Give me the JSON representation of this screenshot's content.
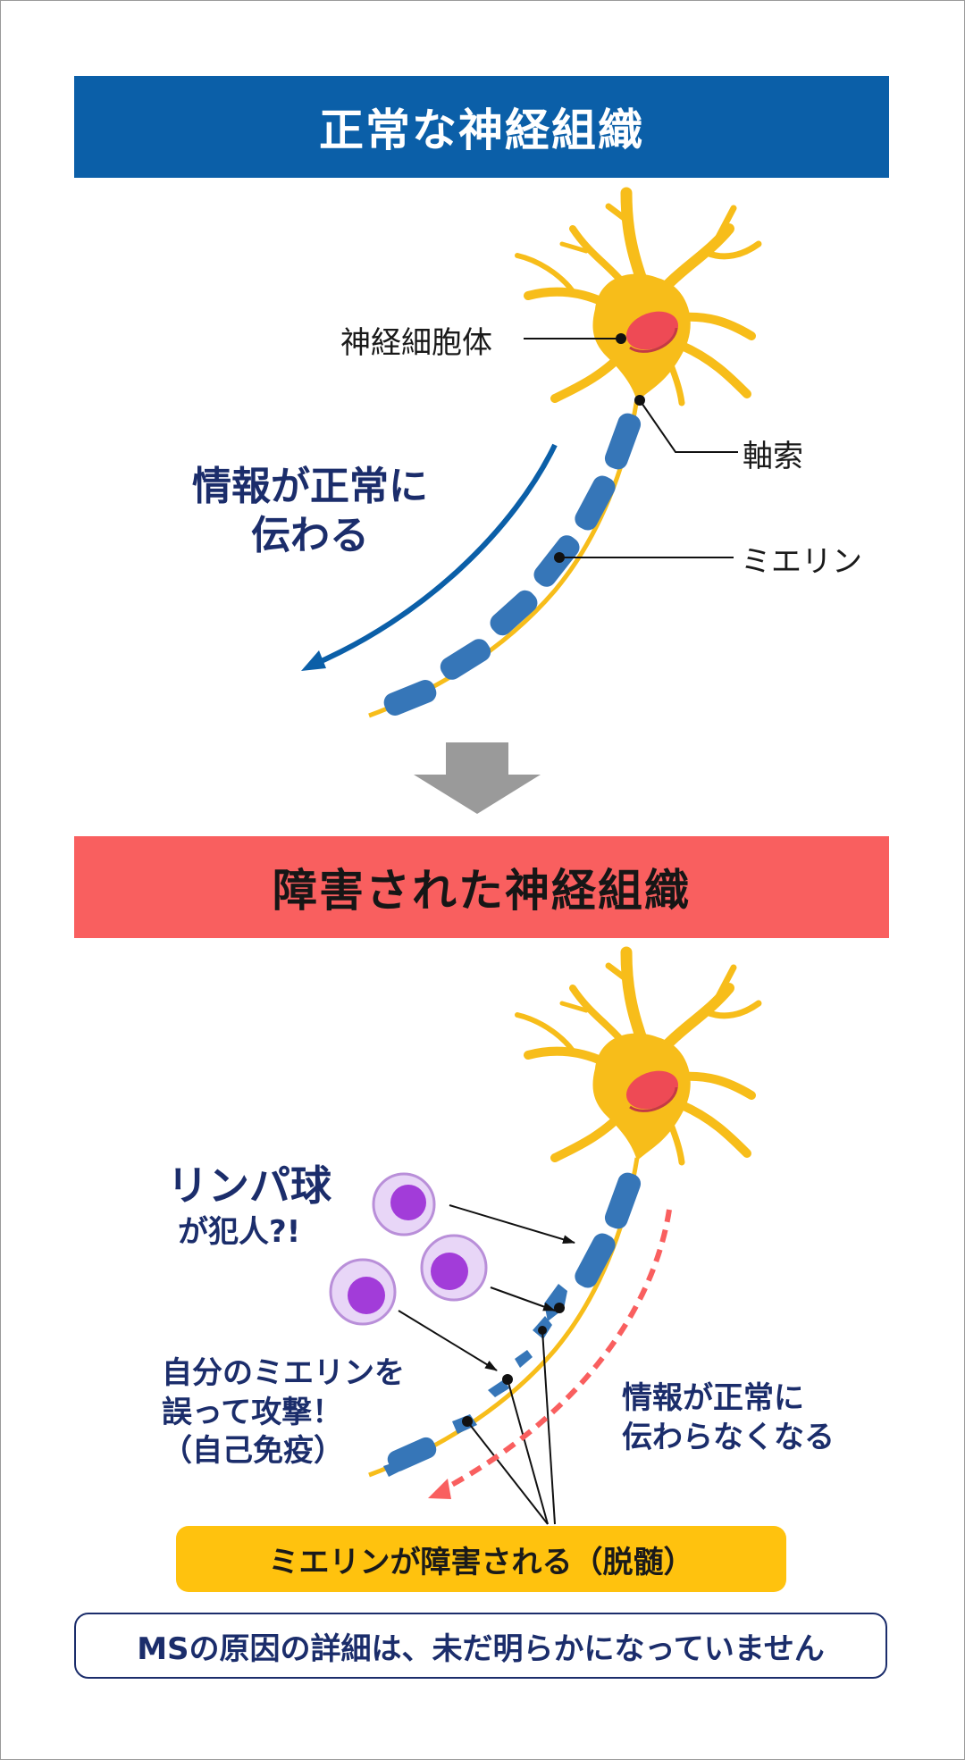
{
  "sections": {
    "normal_title": "正常な神経組織",
    "damaged_title": "障害された神経組織"
  },
  "labels": {
    "cell_body": "神経細胞体",
    "axon": "軸索",
    "myelin": "ミエリン"
  },
  "normal": {
    "info_line1": "情報が正常に",
    "info_line2": "伝わる"
  },
  "damaged": {
    "lymph_title": "リンパ球",
    "lymph_sub": "が犯人?!",
    "attack_line1": "自分のミエリンを",
    "attack_line2": "誤って攻撃！",
    "attack_line3": "（自己免疫）",
    "info_line1": "情報が正常に",
    "info_line2": "伝わらなくなる",
    "demyelination": "ミエリンが障害される（脱髄）"
  },
  "footer_note": "MSの原因の詳細は、未だ明らかになっていません",
  "colors": {
    "blue_banner": "#0b5fa8",
    "red_banner": "#f95f5f",
    "neuron": "#f7bd1a",
    "nucleus": "#ee4a55",
    "myelin": "#3676b8",
    "lymphocyte": "#a23cd9",
    "pill": "#ffc20e",
    "text_navy": "#1b2d6b"
  }
}
